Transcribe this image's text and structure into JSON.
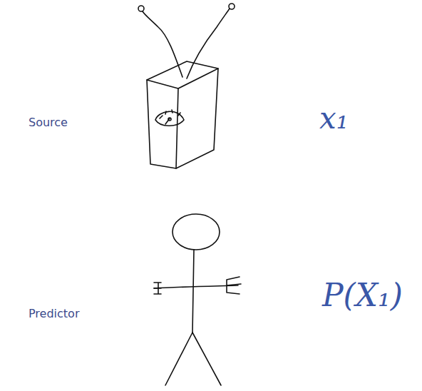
{
  "diagram": {
    "labels": [
      "Source",
      "x₁",
      "Predictor",
      "P(X₁)"
    ]
  }
}
